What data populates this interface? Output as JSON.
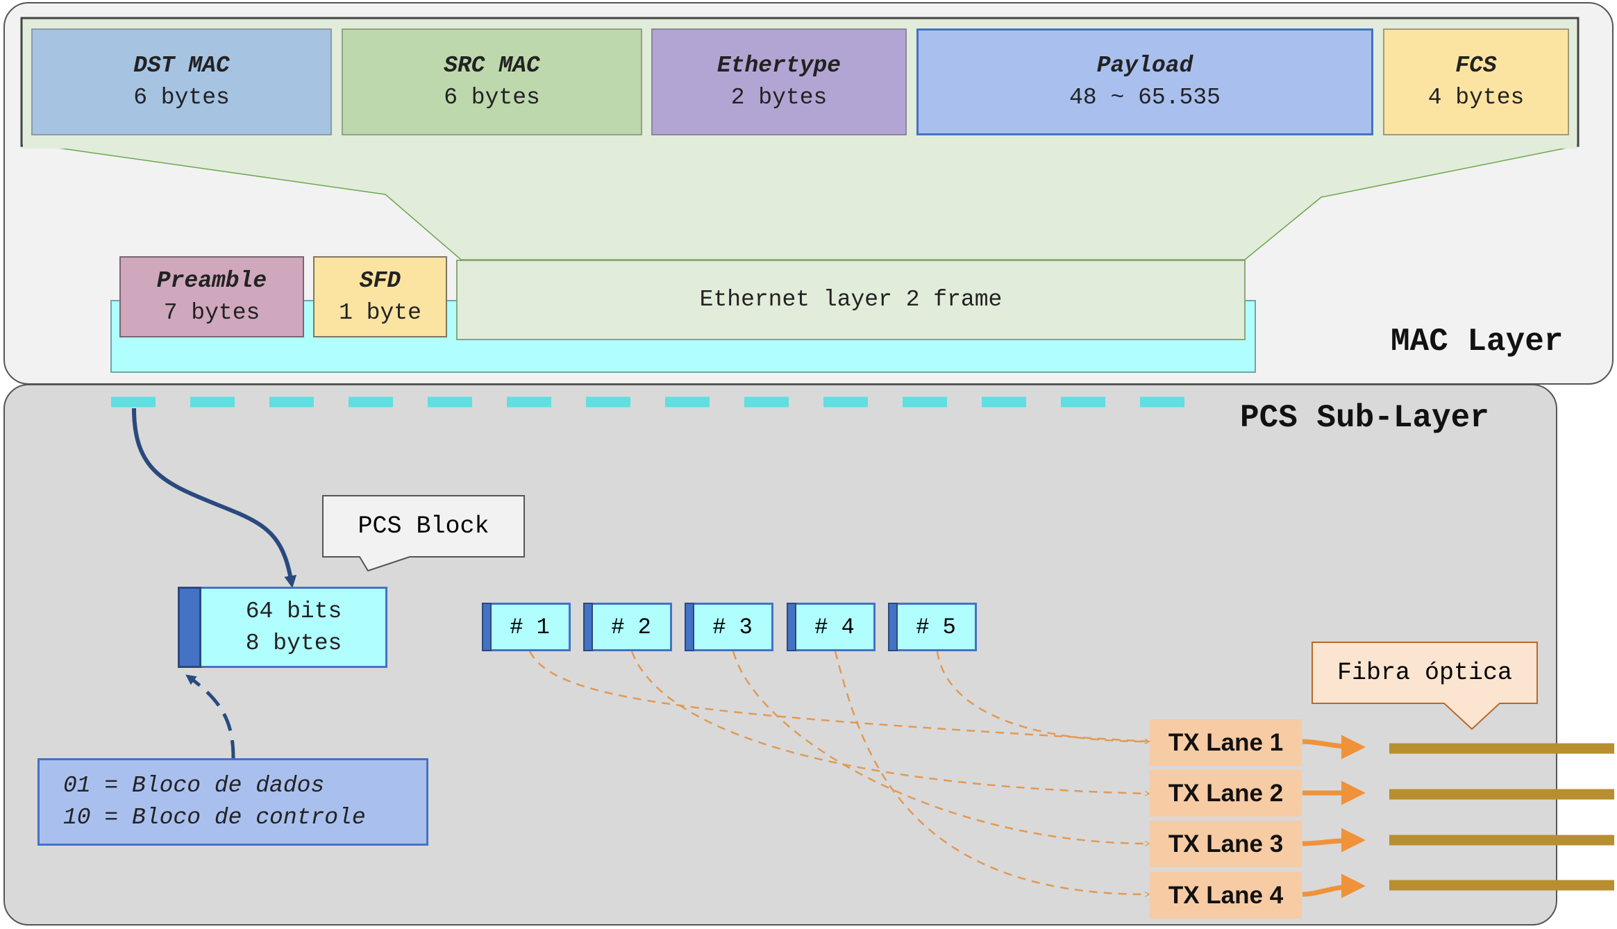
{
  "colors": {
    "mac_panel": "#f2f2f2",
    "pcs_panel": "#d9d9d9",
    "frame_bg": "#e2ecda",
    "dst_mac": "#a6c3e2",
    "src_mac": "#bed8ad",
    "ethertype": "#b3a5d3",
    "payload": "#a9c0ef",
    "fcs": "#fbe4a1",
    "preamble": "#cfa8bd",
    "sfd": "#fbe4a1",
    "cyan": "#b1feff",
    "dashes": "#5fdfe1",
    "navy": "#2a4a7e",
    "orange": "#f0923a",
    "lane_bg": "#f7cba3",
    "fiber": "#b78f2e"
  },
  "mac_layer": {
    "title": "MAC Layer",
    "fields": [
      {
        "name": "DST MAC",
        "size": "6 bytes"
      },
      {
        "name": "SRC MAC",
        "size": "6 bytes"
      },
      {
        "name": "Ethertype",
        "size": "2 bytes"
      },
      {
        "name": "Payload",
        "size": "48 ~ 65.535"
      },
      {
        "name": "FCS",
        "size": "4 bytes"
      }
    ],
    "preamble": {
      "name": "Preamble",
      "size": "7 bytes"
    },
    "sfd": {
      "name": "SFD",
      "size": "1 byte"
    },
    "frame_label": "Ethernet layer 2 frame"
  },
  "pcs_layer": {
    "title": "PCS Sub-Layer",
    "block_callout": "PCS Block",
    "block": {
      "line1": "64 bits",
      "line2": "8 bytes"
    },
    "legend": {
      "line1": "01 = Bloco de dados",
      "line2": "10 = Bloco de controle"
    },
    "blocks": [
      "# 1",
      "# 2",
      "# 3",
      "# 4",
      "# 5"
    ],
    "lanes": [
      "TX Lane 1",
      "TX Lane 2",
      "TX Lane 3",
      "TX Lane 4"
    ],
    "fiber_callout": "Fibra óptica"
  }
}
